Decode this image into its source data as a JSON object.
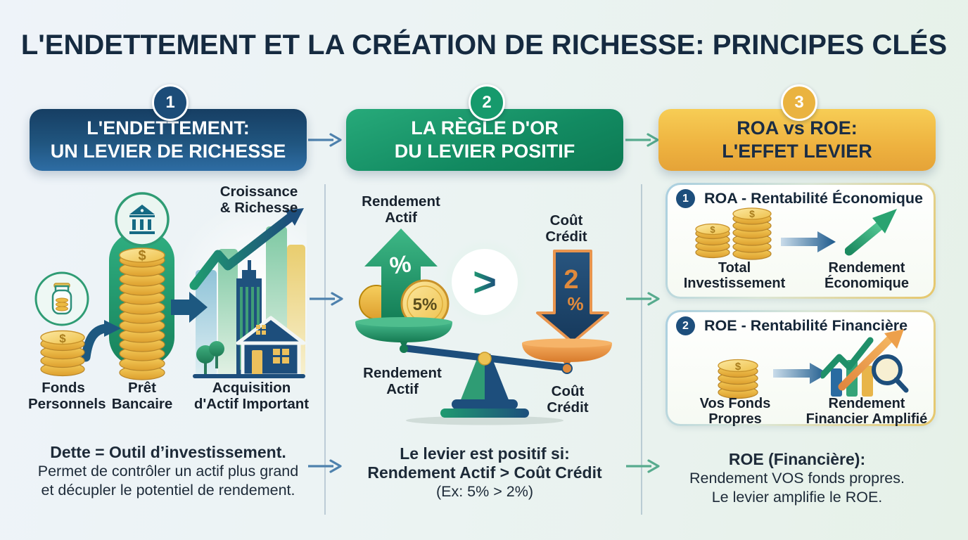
{
  "title": "L'ENDETTEMENT ET LA CRÉATION DE RICHESSE: PRINCIPES CLÉS",
  "symbols": {
    "dollar": "$"
  },
  "colors": {
    "navy": "#1d4e7c",
    "green": "#169a6c",
    "gold": "#eab340",
    "orange": "#e08a3c",
    "arrow_blue": "#4e81ad",
    "arrow_teal": "#57ab8e",
    "background_left": "#eef3f9",
    "background_right": "#e6f1e8"
  },
  "columns": {
    "debt": {
      "number": "1",
      "header": {
        "line1": "L'ENDETTEMENT:",
        "line2": "UN LEVIER DE RICHESSE"
      },
      "labels": {
        "growth": {
          "line1": "Croissance",
          "line2": "& Richesse"
        },
        "personal_funds": {
          "line1": "Fonds",
          "line2": "Personnels"
        },
        "bank_loan": {
          "line1": "Prêt",
          "line2": "Bancaire"
        },
        "asset_acquisition": {
          "line1": "Acquisition",
          "line2": "d'Actif Important"
        }
      },
      "footer": {
        "bold": "Dette = Outil d’investissement.",
        "line1": "Permet de contrôler un actif plus grand",
        "line2": "et décupler le potentiel de rendement."
      }
    },
    "golden_rule": {
      "number": "2",
      "header": {
        "line1": "LA RÈGLE D'OR",
        "line2": "DU LEVIER POSITIF"
      },
      "labels": {
        "asset_return_top": {
          "line1": "Rendement",
          "line2": "Actif"
        },
        "credit_cost_top": {
          "line1": "Coût",
          "line2": "Crédit"
        },
        "asset_return_bottom": {
          "line1": "Rendement",
          "line2": "Actif"
        },
        "credit_cost_bottom": {
          "line1": "Coût",
          "line2": "Crédit"
        },
        "up_arrow_percent": "%",
        "coin_rate": "5%",
        "comparator": ">",
        "down_rate_value": "2",
        "down_rate_percent": "%"
      },
      "footer": {
        "bold1": "Le levier est positif si:",
        "bold2": "Rendement Actif > Coût Crédit",
        "line": "(Ex: 5% > 2%)"
      }
    },
    "roa_roe": {
      "number": "3",
      "header": {
        "line1": "ROA vs ROE:",
        "line2": "L'EFFET LEVIER"
      },
      "cards": [
        {
          "badge": "1",
          "title": "ROA - Rentabilité Économique",
          "left_label": {
            "line1": "Total",
            "line2": "Investissement"
          },
          "right_label": {
            "line1": "Rendement",
            "line2": "Économique"
          }
        },
        {
          "badge": "2",
          "title": "ROE - Rentabilité Financière",
          "left_label": {
            "line1": "Vos Fonds",
            "line2": "Propres"
          },
          "right_label": {
            "line1": "Rendement",
            "line2": "Financier Amplifié"
          }
        }
      ],
      "footer": {
        "bold": "ROE (Financière):",
        "line1": "Rendement VOS fonds propres.",
        "line2": "Le levier amplifie le ROE."
      }
    }
  }
}
